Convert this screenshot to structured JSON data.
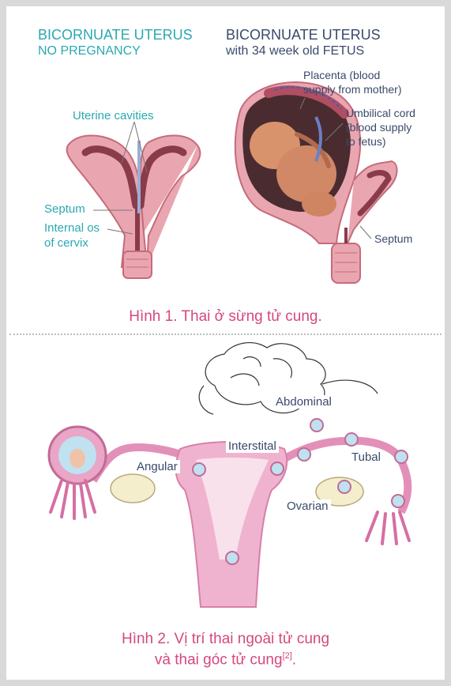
{
  "figure1": {
    "left_title_line1": "BICORNUATE UTERUS",
    "left_title_line2": "NO PREGNANCY",
    "right_title_line1": "BICORNUATE UTERUS",
    "right_title_line2": "with 34 week old FETUS",
    "labels": {
      "uterine_cavities": "Uterine cavities",
      "septum_left": "Septum",
      "internal_os_1": "Internal os",
      "internal_os_2": "of cervix",
      "placenta_1": "Placenta (blood",
      "placenta_2": "supply from mother)",
      "umbilical_1": "Umbilical cord",
      "umbilical_2": "(blood supply",
      "umbilical_3": "to fetus)",
      "septum_right": "Septum"
    },
    "caption": "Hình 1. Thai ở sừng tử cung."
  },
  "figure2": {
    "labels": {
      "abdominal": "Abdominal",
      "interstital": "Interstital",
      "angular": "Angular",
      "tubal": "Tubal",
      "ovarian": "Ovarian"
    },
    "caption_line1": "Hình 2. Vị trí thai ngoài tử cung",
    "caption_line2": "và thai góc tử cung",
    "caption_ref": "[2]",
    "caption_end": "."
  },
  "colors": {
    "teal": "#2aa9b0",
    "navy": "#3a4a6b",
    "pink": "#d4487f",
    "uterus": "#e9a6b0",
    "uterus_dark": "#c56b7a"
  }
}
